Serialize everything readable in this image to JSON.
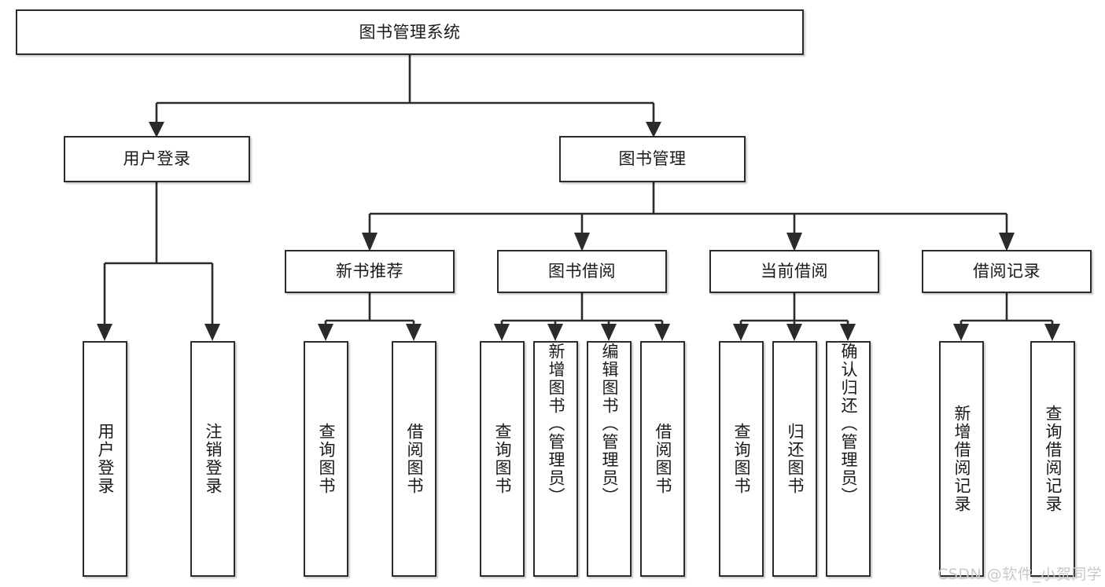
{
  "diagram": {
    "type": "tree-flowchart",
    "title": "图书管理系统",
    "root": {
      "label": "图书管理系统"
    },
    "level2": [
      {
        "label": "用户登录"
      },
      {
        "label": "图书管理"
      }
    ],
    "level3": [
      {
        "label": "新书推荐"
      },
      {
        "label": "图书借阅"
      },
      {
        "label": "当前借阅"
      },
      {
        "label": "借阅记录"
      }
    ],
    "leaves": {
      "user_login": [
        {
          "label": "用户登录"
        },
        {
          "label": "注销登录"
        }
      ],
      "new_book_recommend": [
        {
          "label": "查询图书"
        },
        {
          "label": "借阅图书"
        }
      ],
      "book_borrow": [
        {
          "label": "查询图书"
        },
        {
          "label": "新增图书（管理员）"
        },
        {
          "label": "编辑图书（管理员）"
        },
        {
          "label": "借阅图书"
        }
      ],
      "current_borrow": [
        {
          "label": "查询图书"
        },
        {
          "label": "归还图书"
        },
        {
          "label": "确认归还（管理员）"
        }
      ],
      "borrow_record": [
        {
          "label": "新增借阅记录"
        },
        {
          "label": "查询借阅记录"
        }
      ]
    }
  },
  "watermark": {
    "text": "CSDN @软件_小贺同学"
  },
  "colors": {
    "stroke": "#2b2b2b",
    "fill": "#ffffff",
    "text": "#1a1a1a",
    "watermark": "#c9c9c9"
  }
}
